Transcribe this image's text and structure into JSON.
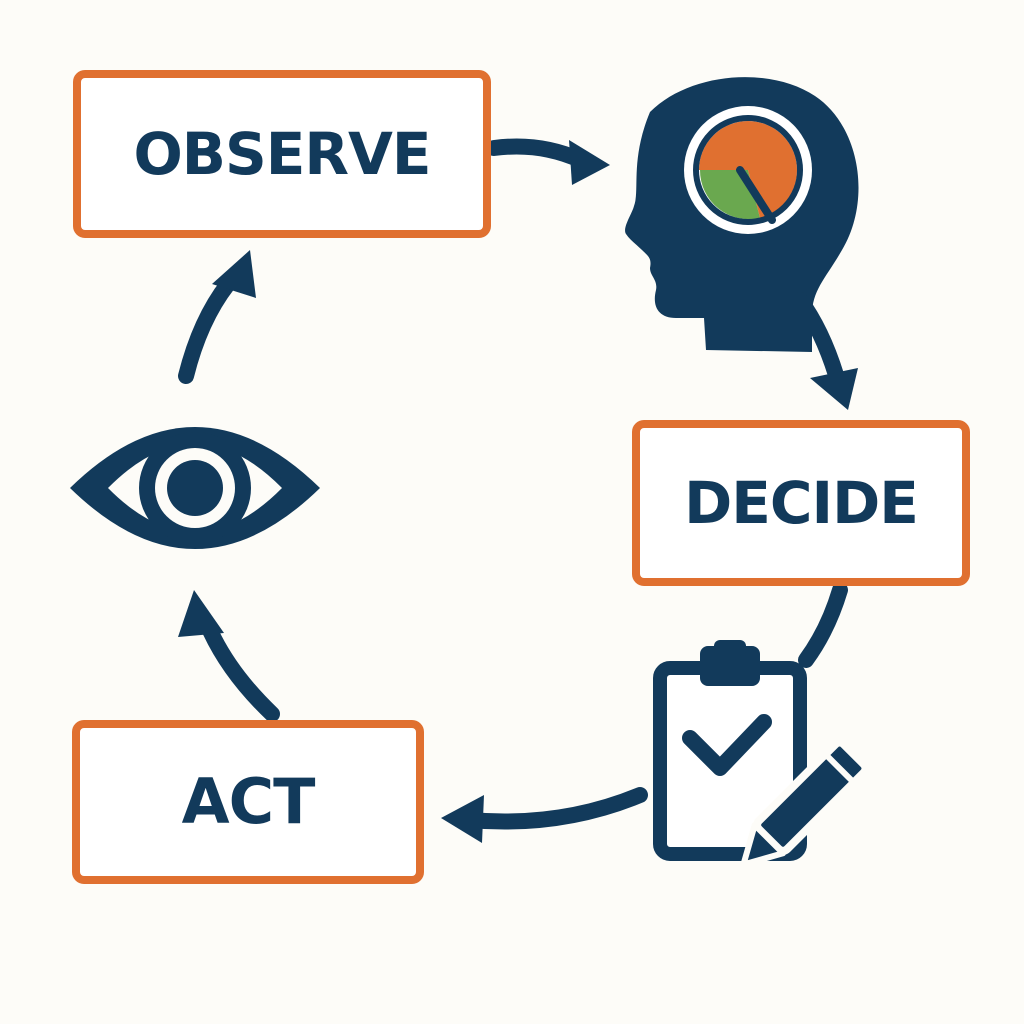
{
  "diagram": {
    "stages": {
      "observe": "OBSERVE",
      "decide": "DECIDE",
      "act": "ACT"
    },
    "icons": {
      "think": "head-with-gauge-icon",
      "plan": "clipboard-check-pencil-icon",
      "see": "eye-icon"
    },
    "colors": {
      "primary": "#123a5b",
      "accent": "#e07030",
      "success": "#6aa84f",
      "background": "#fdfcf8"
    }
  }
}
